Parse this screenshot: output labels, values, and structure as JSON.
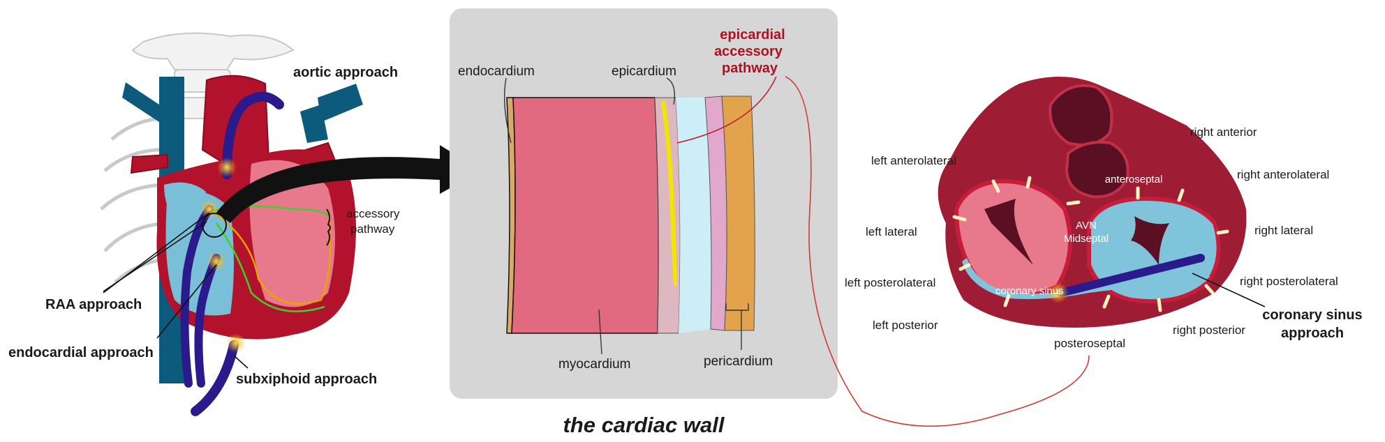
{
  "heart_panel": {
    "labels": {
      "aortic": "aortic approach",
      "accessory_line1": "accessory",
      "accessory_line2": "pathway",
      "raa": "RAA approach",
      "endocardial": "endocardial approach",
      "subxiphoid": "subxiphoid approach"
    }
  },
  "wall_panel": {
    "caption": "the cardiac wall",
    "labels": {
      "endocardium": "endocardium",
      "epicardium": "epicardium",
      "epi_line1": "epicardial",
      "epi_line2": "accessory",
      "epi_line3": "pathway",
      "myocardium": "myocardium",
      "pericardium": "pericardium"
    },
    "colors": {
      "panel": "#d6d6d6",
      "myocardium": "#e26a80",
      "epicardium": "#ddb8c0",
      "pathway": "#f2e600",
      "pericardial_space": "#cdeef7",
      "pericardium_inner": "#e2a8cc",
      "pericardium_outer": "#e3a24c"
    }
  },
  "valve_panel": {
    "labels": {
      "right_anterior": "right anterior",
      "left_anterolateral": "left anterolateral",
      "right_anterolateral": "right anterolateral",
      "anteroseptal": "anteroseptal",
      "avn": "AVN",
      "midseptal": "Midseptal",
      "left_lateral": "left lateral",
      "right_lateral": "right lateral",
      "left_posterolateral": "left posterolateral",
      "coronary_sinus": "coronary sinus",
      "right_posterolateral": "right posterolateral",
      "left_posterior": "left posterior",
      "cs_approach_line1": "coronary sinus",
      "cs_approach_line2": "approach",
      "right_posterior": "right posterior",
      "posteroseptal": "posteroseptal"
    },
    "colors": {
      "muscle": "#9e1c34",
      "mitral_ring": "#e8798c",
      "tricuspid_ring": "#80c4dc",
      "catheter": "#2a1a8c",
      "pathway_marks": "#fff4c0"
    }
  }
}
